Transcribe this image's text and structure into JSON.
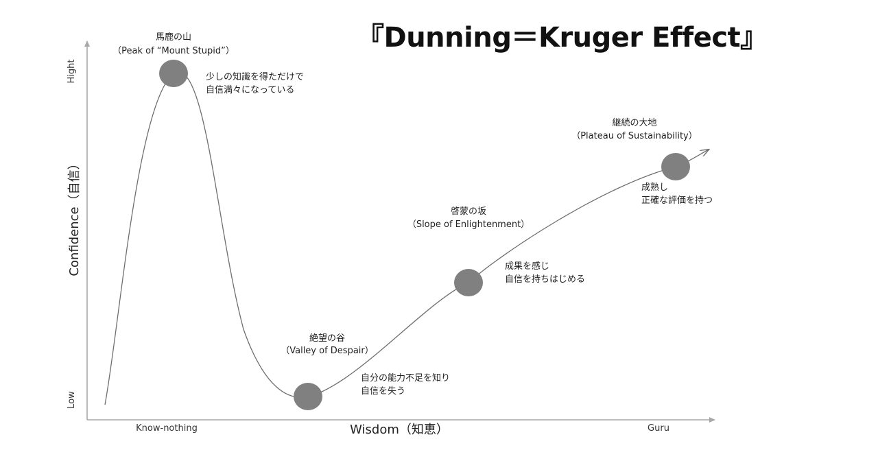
{
  "title": "『Dunning＝Kruger Effect』",
  "axes": {
    "x_title": "Wisdom（知恵）",
    "x_low": "Know-nothing",
    "x_high": "Guru",
    "y_title": "Confidence（自信）",
    "y_low": "Low",
    "y_high": "Hight"
  },
  "stages": [
    {
      "name": "馬鹿の山",
      "name_en": "（Peak of “Mount Stupid”）",
      "desc_line1": "少しの知識を得ただけで",
      "desc_line2": "自信満々になっている"
    },
    {
      "name": "絶望の谷",
      "name_en": "（Valley of Despair）",
      "desc_line1": "自分の能力不足を知り",
      "desc_line2": "自信を失う"
    },
    {
      "name": "啓蒙の坂",
      "name_en": "（Slope of Enlightenment）",
      "desc_line1": "成果を感じ",
      "desc_line2": "自信を持ちはじめる"
    },
    {
      "name": "継続の大地",
      "name_en": "（Plateau of Sustainability）",
      "desc_line1": "成熟し",
      "desc_line2": "正確な評価を持つ"
    }
  ],
  "colors": {
    "curve": "#6f6f6f",
    "marker": "#808080",
    "axis": "#a8a8a8"
  }
}
